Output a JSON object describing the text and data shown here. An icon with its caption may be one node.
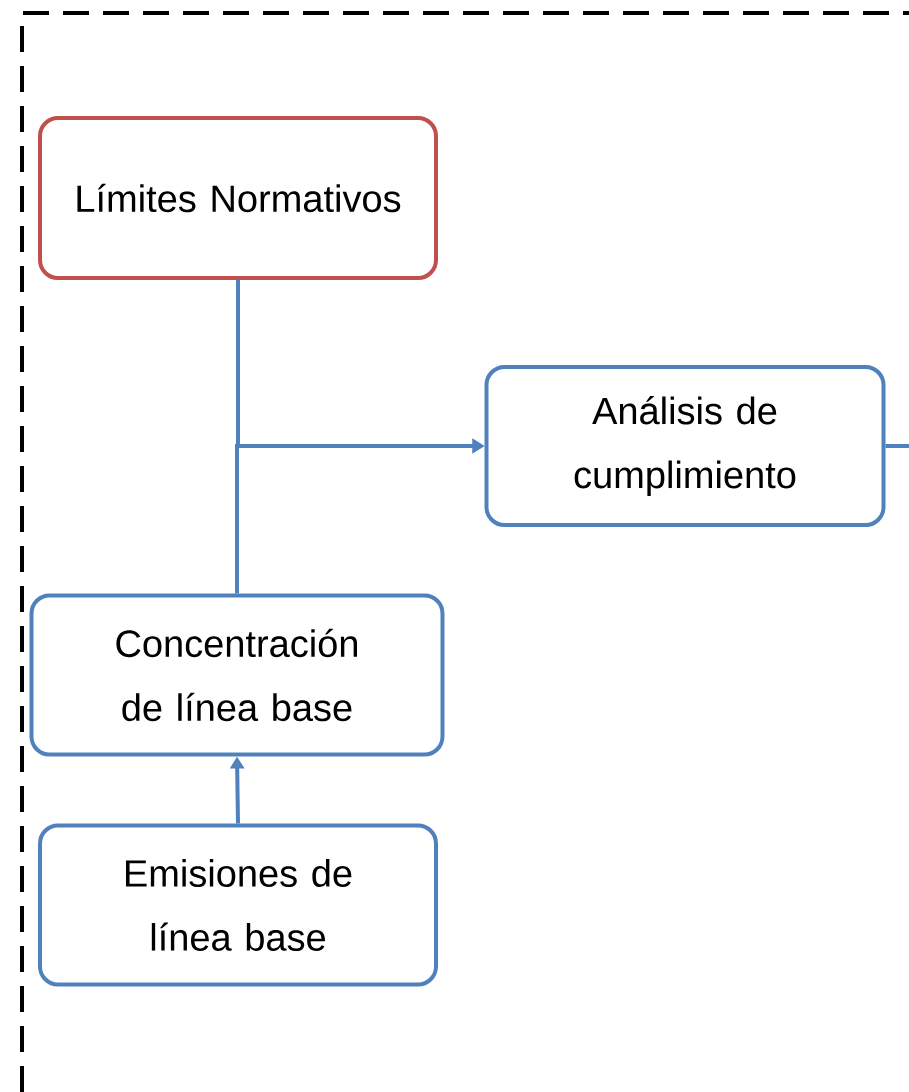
{
  "diagram": {
    "nodes": [
      {
        "text": [
          "Límites Normativos"
        ]
      },
      {
        "text": [
          "Análisis de cumplimiento"
        ]
      },
      {
        "text": [
          "Concentración de línea base"
        ]
      },
      {
        "text": [
          "Emisiones de línea base"
        ]
      }
    ],
    "edges": [
      {
        "from": 0,
        "to": 1,
        "arrow": "to"
      },
      {
        "from": 2,
        "to": 1,
        "arrow": "to"
      },
      {
        "from": 3,
        "to": 2,
        "arrow": "to"
      },
      {
        "from": 1,
        "to": null,
        "arrow": "none"
      }
    ]
  }
}
